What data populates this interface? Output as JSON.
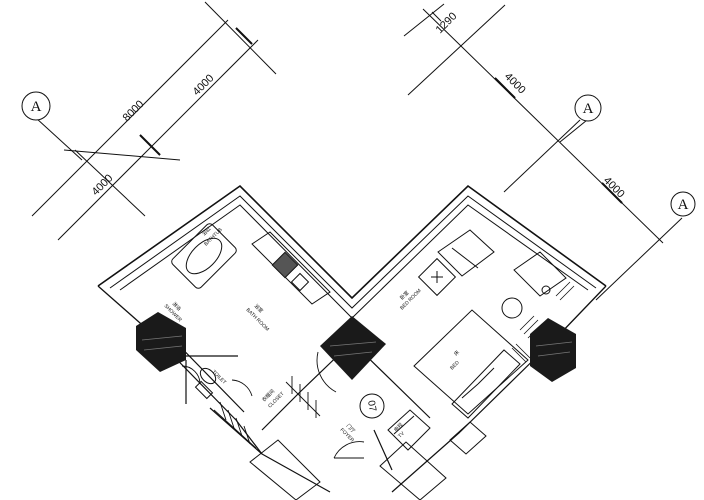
{
  "dimensions": {
    "left_total": "8000",
    "left_upper": "4000",
    "left_lower": "4000",
    "right_top": "1290",
    "right_upper": "4000",
    "right_lower": "4000"
  },
  "axis_labels": {
    "left": "A",
    "middle": "A",
    "right": "A"
  },
  "rooms": {
    "bath_room_cn": "浴室",
    "bath_room_en": "BATH ROOM",
    "bathtub_cn": "浴缸",
    "bathtub_en": "BATHTUB",
    "shower_cn": "淋浴",
    "shower_en": "SHOWER",
    "toilet_en": "TOILET",
    "closet_cn": "衣帽间",
    "closet_en": "CLOSET",
    "foyer_cn": "门厅",
    "foyer_en": "FOYER",
    "bedroom_cn": "卧室",
    "bedroom_en": "BED ROOM",
    "bed_cn": "床",
    "bed_en": "BED",
    "tv_cn": "电视",
    "tv_en": "TV"
  },
  "door_tag": "07",
  "colors": {
    "line": "#111111",
    "column": "#1a1a1a",
    "background": "#ffffff"
  }
}
